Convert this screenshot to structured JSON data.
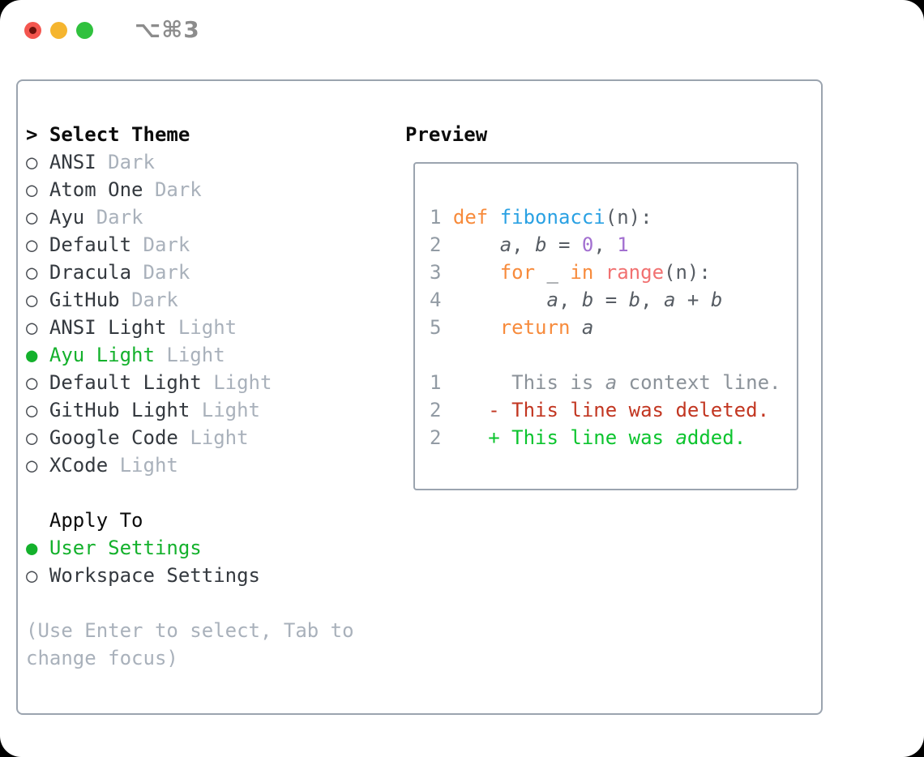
{
  "titlebar": {
    "shortcut": "⌥⌘3",
    "buttons": [
      "close",
      "minimize",
      "zoom"
    ]
  },
  "radio": {
    "on": "●",
    "off": "○"
  },
  "left": {
    "header_marker": ">",
    "header": "Select Theme",
    "themes": [
      {
        "name": "ANSI",
        "variant": "Dark",
        "selected": false
      },
      {
        "name": "Atom One",
        "variant": "Dark",
        "selected": false
      },
      {
        "name": "Ayu",
        "variant": "Dark",
        "selected": false
      },
      {
        "name": "Default",
        "variant": "Dark",
        "selected": false
      },
      {
        "name": "Dracula",
        "variant": "Dark",
        "selected": false
      },
      {
        "name": "GitHub",
        "variant": "Dark",
        "selected": false
      },
      {
        "name": "ANSI Light",
        "variant": "Light",
        "selected": false
      },
      {
        "name": "Ayu Light",
        "variant": "Light",
        "selected": true
      },
      {
        "name": "Default Light",
        "variant": "Light",
        "selected": false
      },
      {
        "name": "GitHub Light",
        "variant": "Light",
        "selected": false
      },
      {
        "name": "Google Code",
        "variant": "Light",
        "selected": false
      },
      {
        "name": "XCode",
        "variant": "Light",
        "selected": false
      }
    ],
    "apply_to": {
      "header": "Apply To",
      "options": [
        {
          "label": "User Settings",
          "selected": true
        },
        {
          "label": "Workspace Settings",
          "selected": false
        }
      ]
    },
    "hint_lines": [
      "(Use Enter to select, Tab to",
      "change focus)"
    ]
  },
  "preview": {
    "header": "Preview",
    "lines": [
      {
        "kind": "code",
        "segs": [
          [
            "1",
            "num"
          ],
          [
            " ",
            "fg"
          ],
          [
            "def ",
            "kw"
          ],
          [
            "fibonacci",
            "fn"
          ],
          [
            "(n):",
            "fg"
          ]
        ]
      },
      {
        "kind": "code",
        "segs": [
          [
            "2",
            "num"
          ],
          [
            "     ",
            "fg"
          ],
          [
            "a",
            "fg",
            "i"
          ],
          [
            ", ",
            "fg"
          ],
          [
            "b",
            "fg",
            "i"
          ],
          [
            " = ",
            "fg"
          ],
          [
            "0",
            "const"
          ],
          [
            ", ",
            "fg"
          ],
          [
            "1",
            "const"
          ]
        ]
      },
      {
        "kind": "code",
        "segs": [
          [
            "3",
            "num"
          ],
          [
            "     ",
            "fg"
          ],
          [
            "for",
            "kw"
          ],
          [
            " _ ",
            "fg"
          ],
          [
            "in",
            "kw"
          ],
          [
            " ",
            "fg"
          ],
          [
            "range",
            "special"
          ],
          [
            "(n):",
            "fg"
          ]
        ]
      },
      {
        "kind": "code",
        "segs": [
          [
            "4",
            "num"
          ],
          [
            "         ",
            "fg"
          ],
          [
            "a",
            "fg",
            "i"
          ],
          [
            ", ",
            "fg"
          ],
          [
            "b",
            "fg",
            "i"
          ],
          [
            " = ",
            "fg"
          ],
          [
            "b",
            "fg",
            "i"
          ],
          [
            ", ",
            "fg"
          ],
          [
            "a",
            "fg",
            "i"
          ],
          [
            " + ",
            "fg"
          ],
          [
            "b",
            "fg",
            "i"
          ]
        ]
      },
      {
        "kind": "code",
        "segs": [
          [
            "5",
            "num"
          ],
          [
            "     ",
            "fg"
          ],
          [
            "return",
            "kw"
          ],
          [
            " ",
            "fg"
          ],
          [
            "a",
            "fg",
            "i"
          ]
        ]
      },
      {
        "kind": "blank",
        "segs": []
      },
      {
        "kind": "diff-context",
        "segs": [
          [
            "1",
            "num"
          ],
          [
            "      ",
            "ctx"
          ],
          [
            "This is ",
            "ctx"
          ],
          [
            "a",
            "ctx",
            "i"
          ],
          [
            " context line.",
            "ctx"
          ]
        ]
      },
      {
        "kind": "diff-deleted",
        "segs": [
          [
            "2",
            "num"
          ],
          [
            "    ",
            "del"
          ],
          [
            "- This line was deleted.",
            "del"
          ]
        ]
      },
      {
        "kind": "diff-added",
        "segs": [
          [
            "2",
            "num"
          ],
          [
            "    ",
            "add"
          ],
          [
            "+ This line was ",
            "add"
          ],
          [
            "a",
            "add",
            "i"
          ],
          [
            "dded.",
            "add"
          ]
        ]
      }
    ]
  },
  "colors": {
    "window_bg": "#ffffff",
    "outside_bg": "#000000",
    "panel_border": "#9ba4af",
    "header_text": "#0b0b0b",
    "item_text": "#34393f",
    "muted_text": "#a9b1bb",
    "selected_green": "#14b12c",
    "radio_ring": "#45494f",
    "shortcut_gray": "#8c8c8c",
    "traffic_red": "#f4564f",
    "traffic_red_dot": "#6d120c",
    "traffic_yellow": "#f5b52f",
    "traffic_green": "#30c13e",
    "code": {
      "num": "#929ba4",
      "kw": "#f78b3c",
      "fn": "#2aa1e3",
      "const": "#a26fd0",
      "special": "#f17171",
      "fg": "#575d64",
      "ctx": "#8b9299",
      "del": "#c23621",
      "add": "#0cc42e"
    }
  }
}
